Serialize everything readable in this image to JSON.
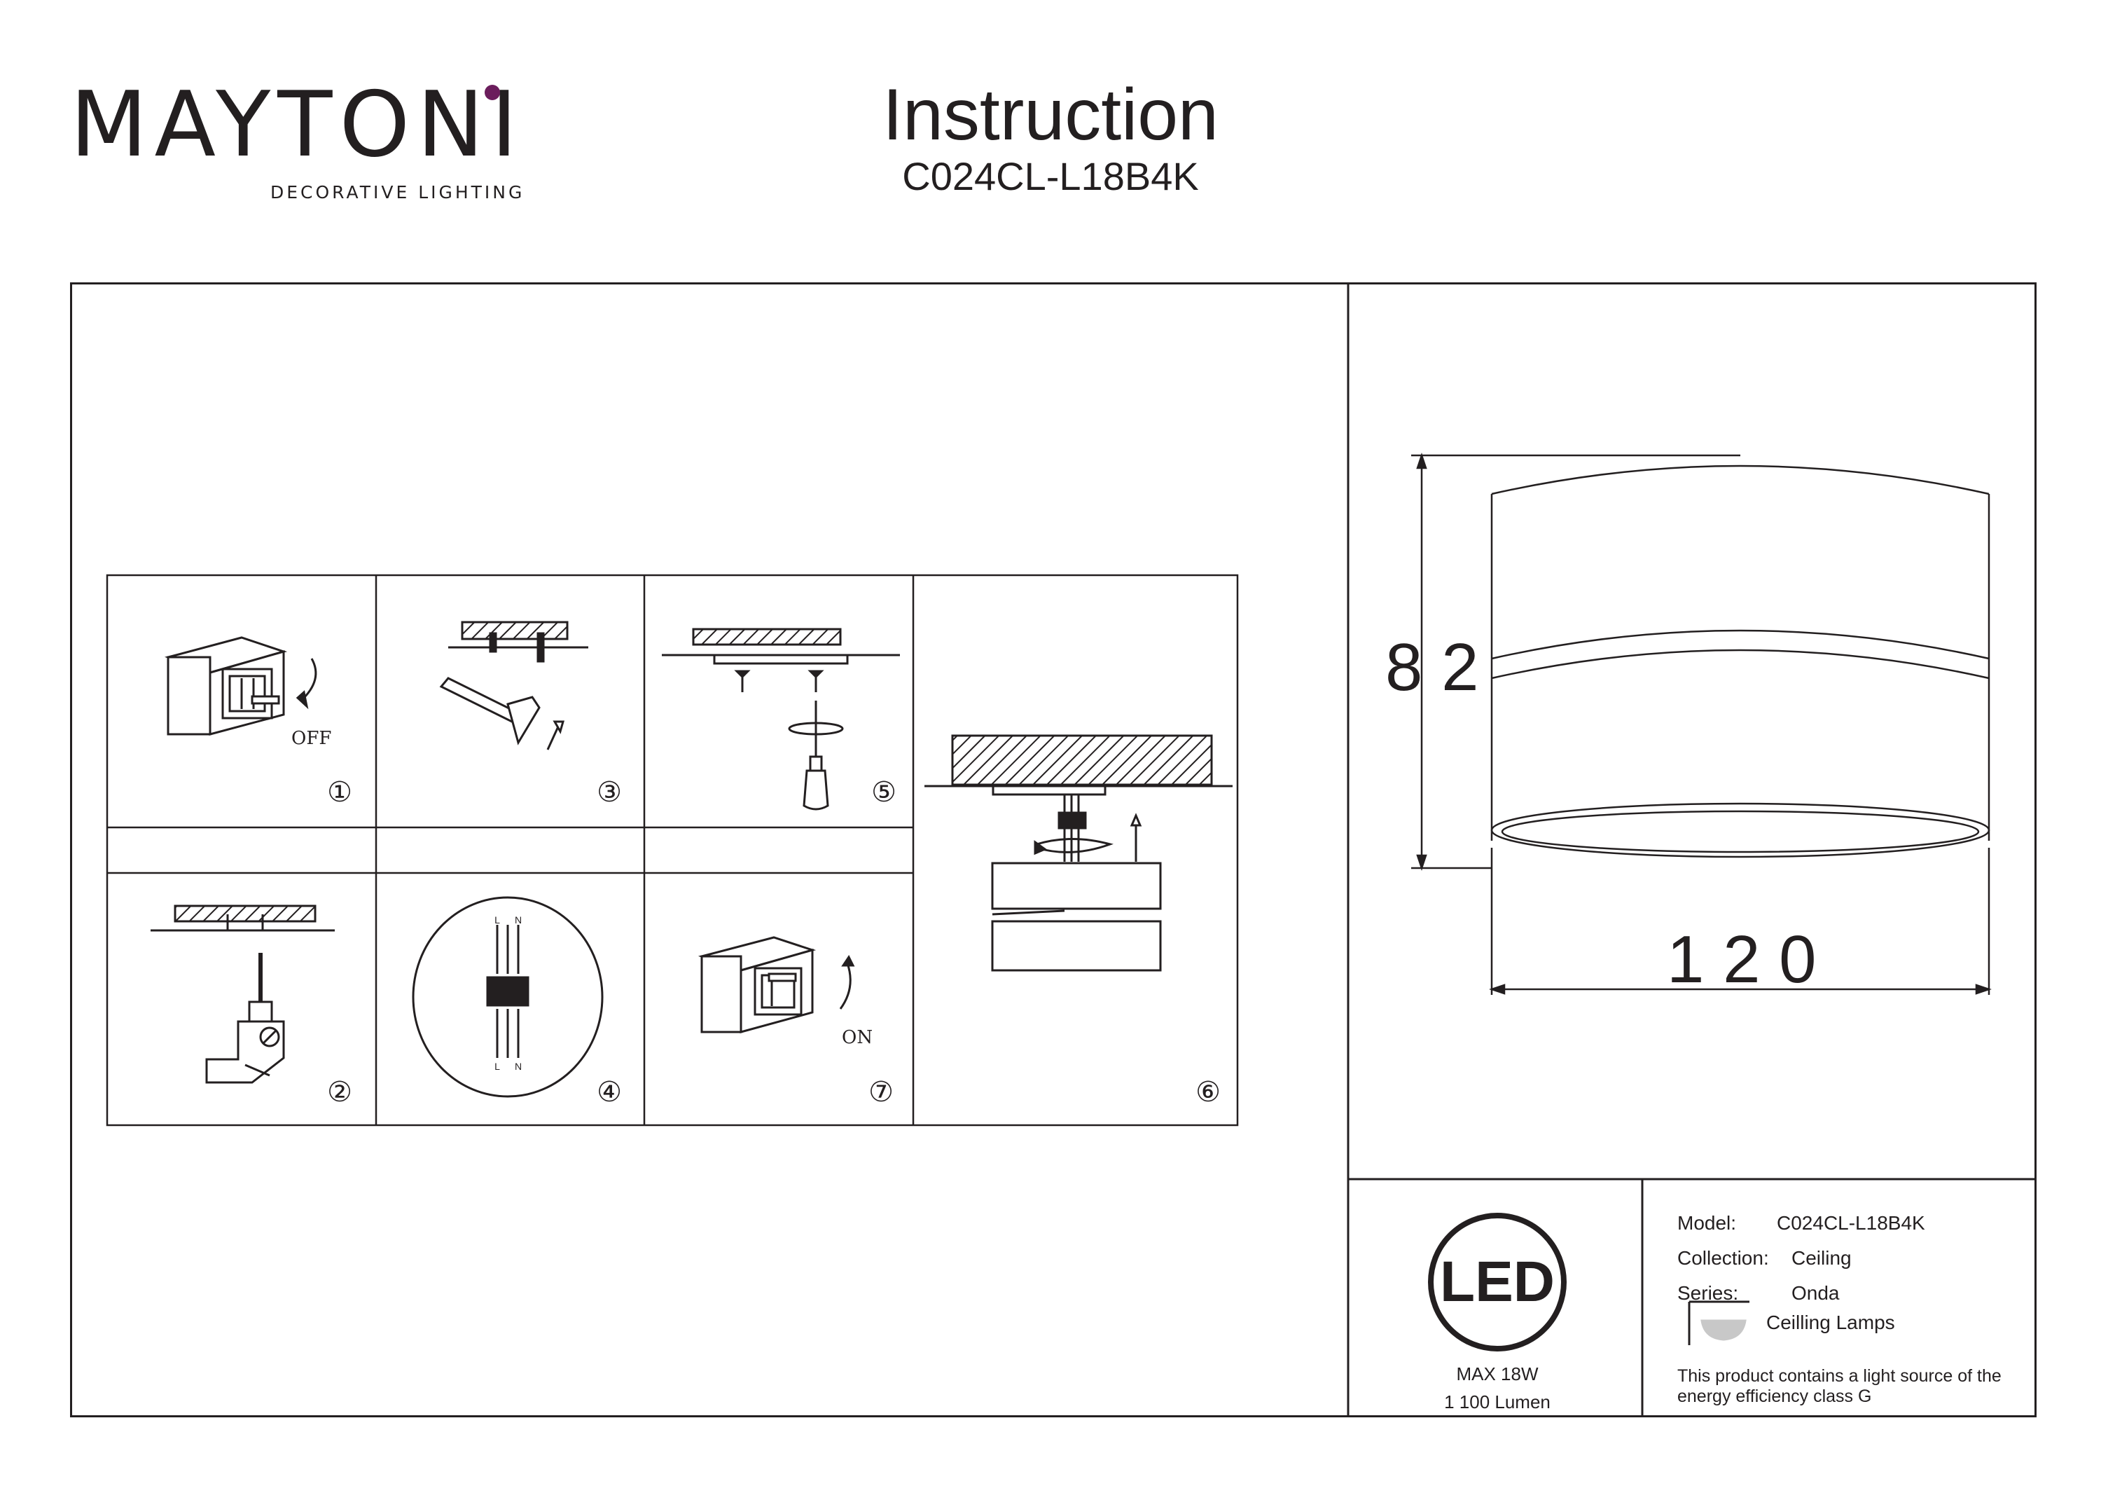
{
  "brand": {
    "name": "MAYTONI",
    "tagline": "DECORATIVE LIGHTING"
  },
  "header": {
    "title": "Instruction",
    "model": "C024CL-L18B4K"
  },
  "steps": {
    "off_label": "OFF",
    "on_label": "ON",
    "numbers": [
      "①",
      "②",
      "③",
      "④",
      "⑤",
      "⑥",
      "⑦"
    ],
    "terminal_labels": [
      "L",
      "N"
    ]
  },
  "dimensions": {
    "height": "8 2",
    "diameter": "1 2 0"
  },
  "led": {
    "badge": "LED",
    "max_power": "MAX 18W",
    "lumen": "1 100 Lumen"
  },
  "spec": {
    "model_label": "Model:",
    "model_value": "C024CL-L18B4K",
    "collection_label": "Collection:",
    "collection_value": "Ceiling",
    "series_label": "Series:",
    "series_value": "Onda",
    "category": "Ceilling Lamps",
    "energy_text_1": "This product contains a light source of the",
    "energy_text_2": "energy efficiency class G"
  },
  "colors": {
    "ink": "#231f20",
    "logo_accent": "#6b1d5c"
  }
}
